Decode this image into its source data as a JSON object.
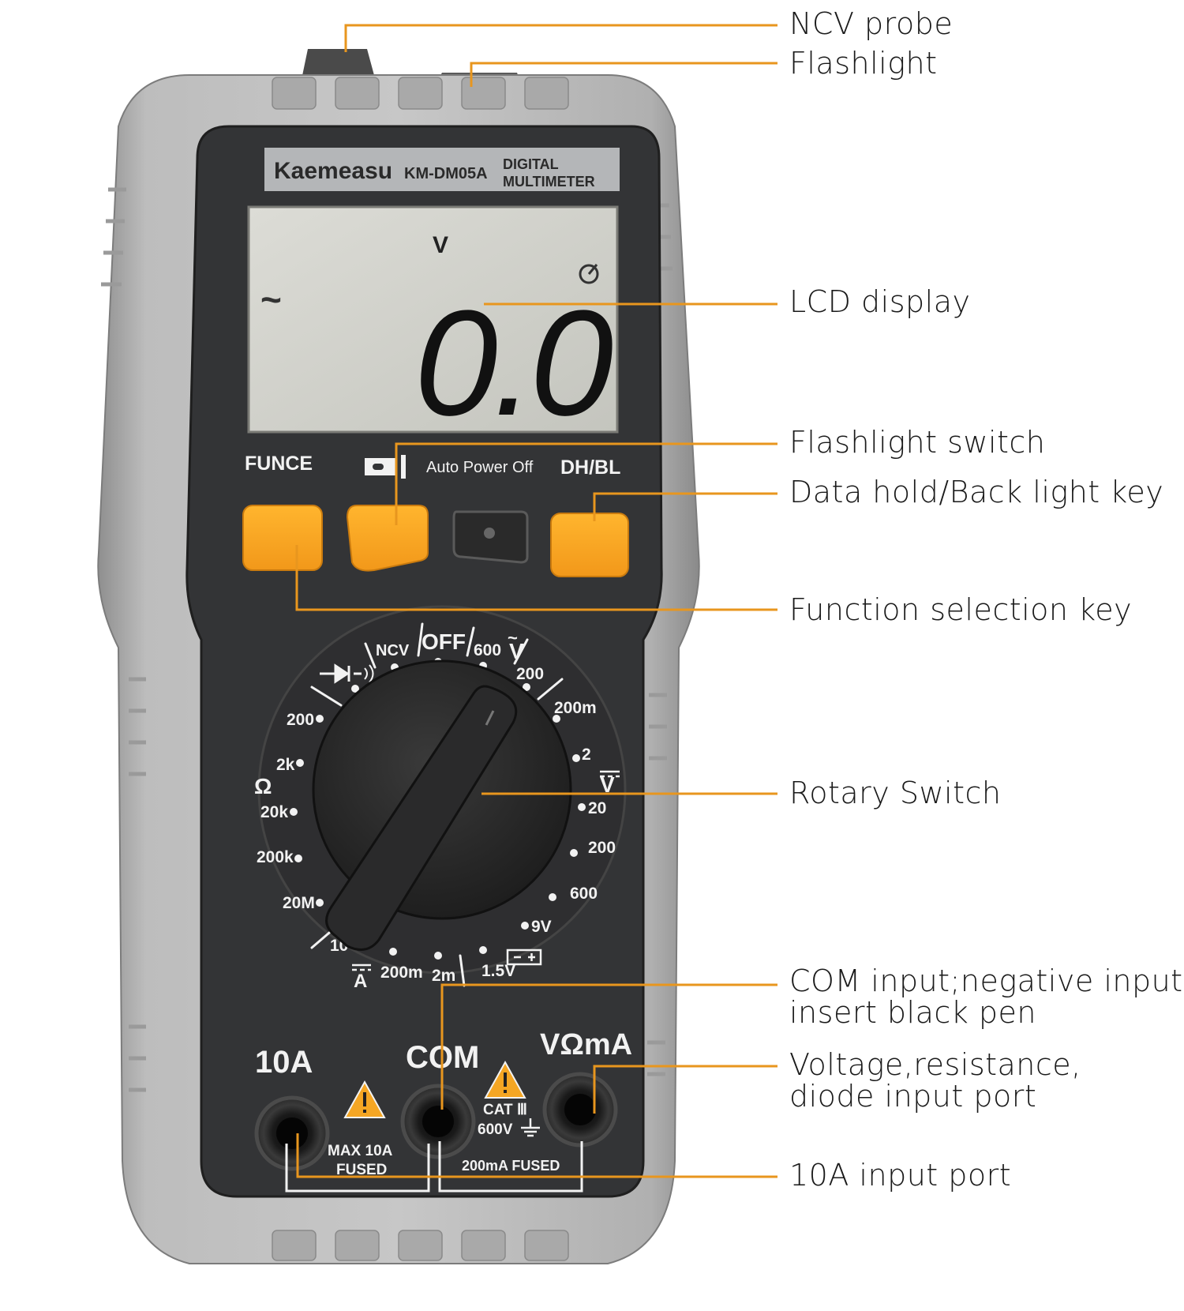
{
  "accent_color": "#e8961e",
  "device": {
    "brand": "Kaemeasu",
    "model": "KM-DM05A",
    "type_line1": "DIGITAL",
    "type_line2": "MULTIMETER",
    "lcd": {
      "unit": "V",
      "value": "0.0",
      "ac_symbol": "~"
    },
    "buttons": {
      "funce_label": "FUNCE",
      "auto_power_off": "Auto Power Off",
      "dhbl_label": "DH/BL"
    },
    "dial": {
      "off": "OFF",
      "ncv": "NCV",
      "acv_600": "600",
      "acv_200": "200",
      "dcv_200m": "200m",
      "dcv_2": "2",
      "dcv_20": "20",
      "dcv_200": "200",
      "dcv_600": "600",
      "batt_9v": "9V",
      "batt_15v": "1.5V",
      "dca_2m": "2m",
      "dca_200m": "200m",
      "dca_10": "10",
      "ohm_20m": "20M",
      "ohm_200k": "200k",
      "ohm_20k": "20k",
      "ohm_2k": "2k",
      "ohm_200": "200",
      "ohm_symbol": "Ω",
      "v_symbol": "V",
      "a_symbol": "A"
    },
    "ports": {
      "a10": "10A",
      "com": "COM",
      "vohm": "VΩmA",
      "max10a": "MAX 10A",
      "fused": "FUSED",
      "cat": "CAT Ⅲ",
      "v600": "600V",
      "fused200": "200mA FUSED"
    }
  },
  "callouts": [
    {
      "id": "ncv",
      "label": "NCV probe"
    },
    {
      "id": "flash",
      "label": "Flashlight"
    },
    {
      "id": "lcd",
      "label": "LCD display"
    },
    {
      "id": "flash-switch",
      "label": "Flashlight switch"
    },
    {
      "id": "dhbl",
      "label": "Data hold/Back light key"
    },
    {
      "id": "func",
      "label": "Function selection key"
    },
    {
      "id": "rotary",
      "label": "Rotary Switch"
    },
    {
      "id": "com-port",
      "label": "COM input;negative input,",
      "label2": "insert black pen"
    },
    {
      "id": "vohm-port",
      "label": "Voltage,resistance,",
      "label2": "diode input port"
    },
    {
      "id": "a10-port",
      "label": "10A input port"
    }
  ]
}
